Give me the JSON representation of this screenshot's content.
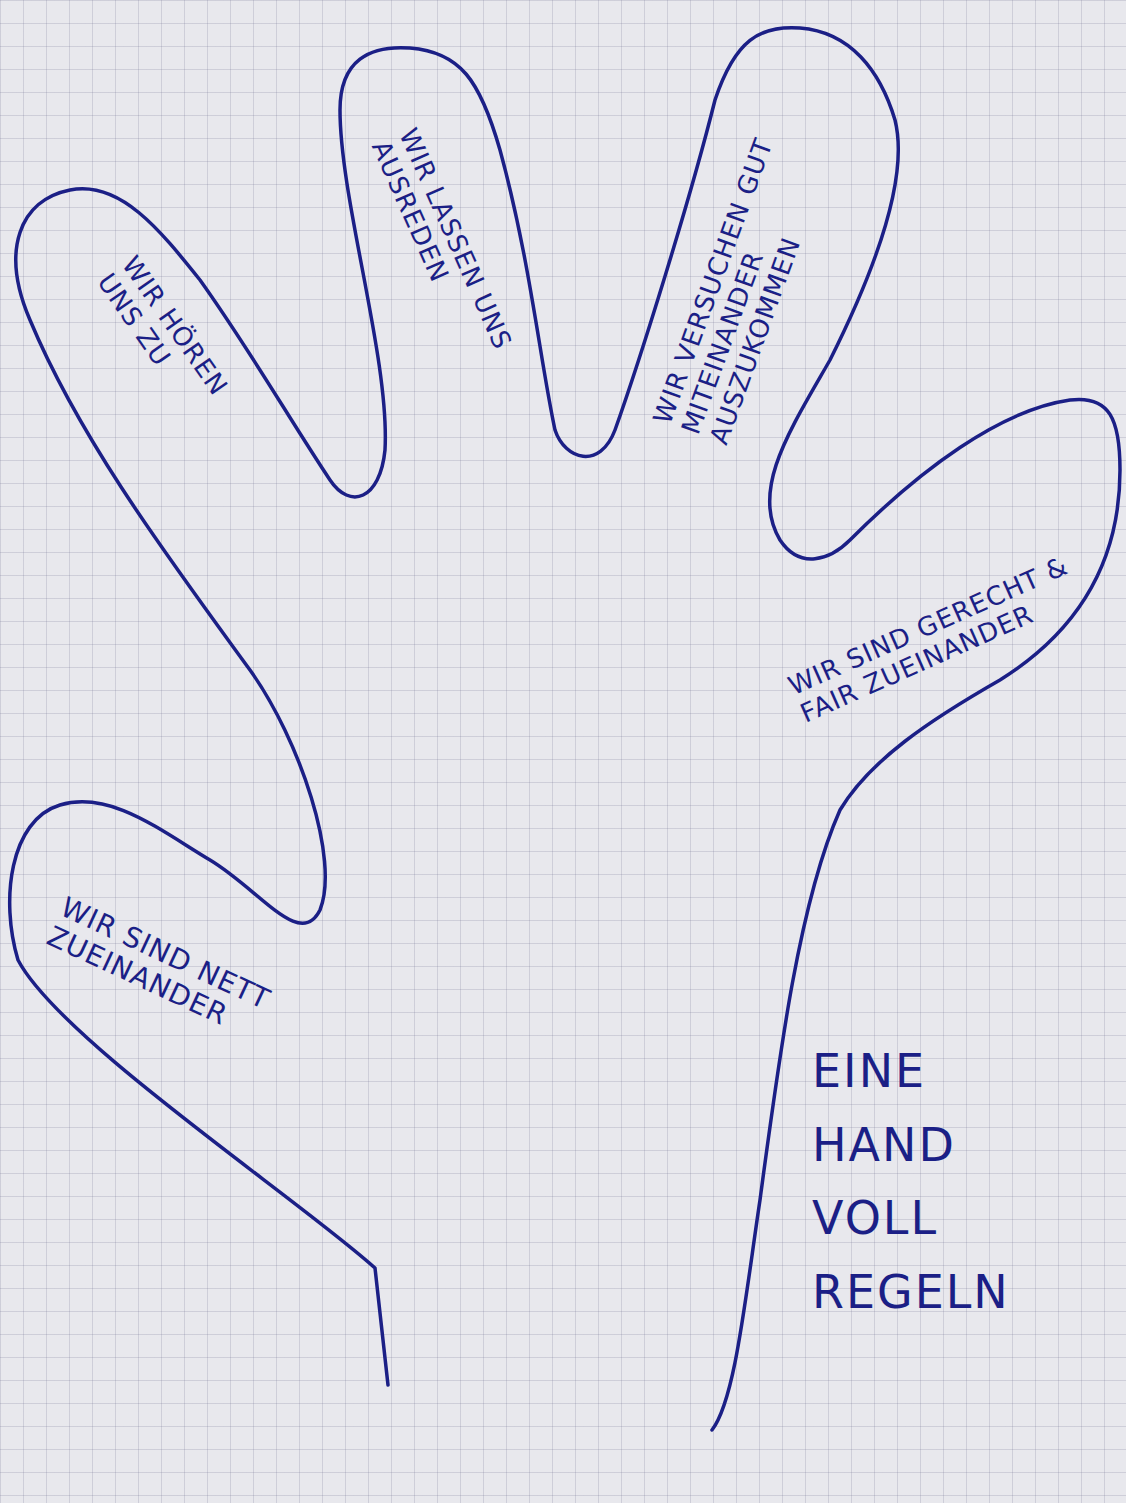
{
  "diagram": {
    "title": "EINE HAND VOLL REGELN",
    "nodes": [
      {
        "text": [
          "WIR HÖREN UNS ZU",
          "WIR LASSEN UNS AUSREDEN",
          "WIR VERSUCHEN GUT MITEINANDER AUSZUKOMMEN",
          "WIR SIND GERECHT & FAIR ZUEINANDER",
          "WIR SIND NETT ZUEINANDER"
        ]
      }
    ]
  }
}
